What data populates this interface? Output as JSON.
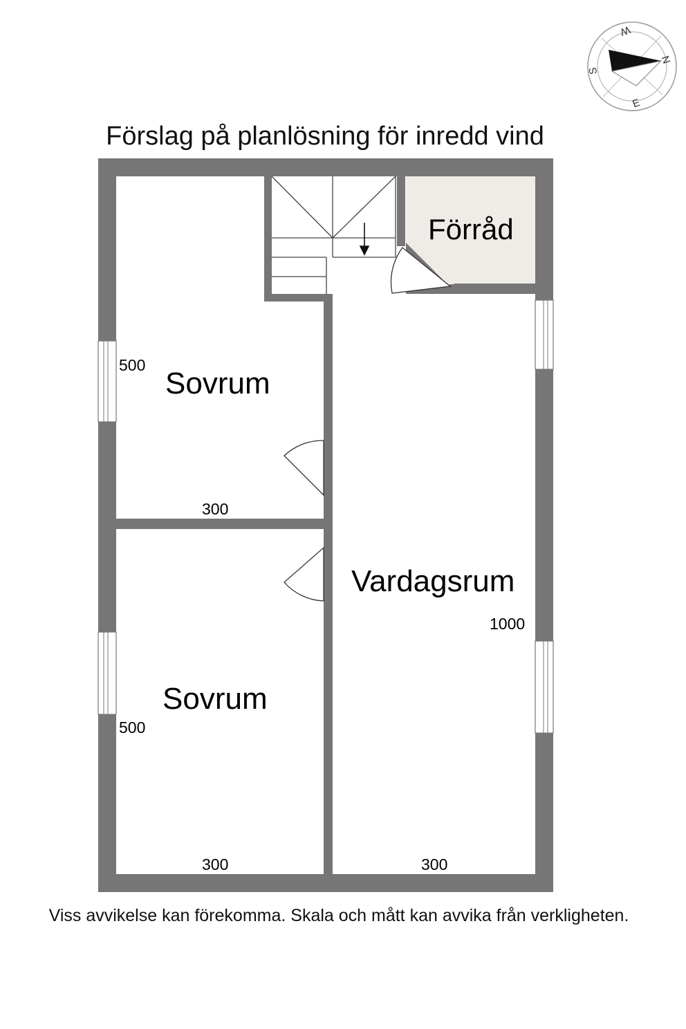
{
  "title": "Förslag på planlösning för inredd vind",
  "disclaimer": "Viss avvikelse kan förekomma. Skala och mått kan avvika från verkligheten.",
  "rooms": {
    "storage": "Förråd",
    "bedroom_top": "Sovrum",
    "bedroom_bottom": "Sovrum",
    "living": "Vardagsrum"
  },
  "dimensions": {
    "bedroom_top_height": "500",
    "bedroom_top_width": "300",
    "bedroom_bottom_height": "500",
    "bedroom_bottom_width": "300",
    "living_height": "1000",
    "living_width": "300"
  },
  "compass": {
    "n": "N",
    "e": "E",
    "s": "S",
    "w": "W"
  },
  "colors": {
    "wall": "#767676",
    "storage_fill": "#efebe7",
    "floor": "#ffffff"
  }
}
